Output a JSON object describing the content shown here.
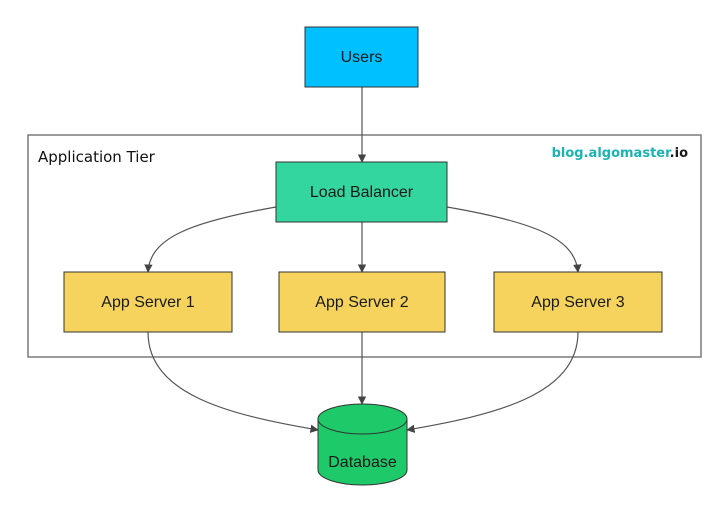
{
  "colors": {
    "users": "#00c0ff",
    "load_balancer": "#33d69f",
    "app_server": "#f5d35c",
    "database": "#1ec96a",
    "tier_border": "#7a7a7a",
    "brand_teal": "#1ab3b3",
    "brand_dark": "#1a1a1a"
  },
  "nodes": {
    "users": {
      "label": "Users"
    },
    "load_balancer": {
      "label": "Load Balancer"
    },
    "app_server_1": {
      "label": "App Server 1"
    },
    "app_server_2": {
      "label": "App Server 2"
    },
    "app_server_3": {
      "label": "App Server 3"
    },
    "database": {
      "label": "Database"
    }
  },
  "tier": {
    "label": "Application Tier"
  },
  "watermark": {
    "prefix": "blog.",
    "name": "algomaster",
    "suffix": ".io"
  },
  "edges": [
    {
      "from": "Users",
      "to": "Load Balancer"
    },
    {
      "from": "Load Balancer",
      "to": "App Server 1"
    },
    {
      "from": "Load Balancer",
      "to": "App Server 2"
    },
    {
      "from": "Load Balancer",
      "to": "App Server 3"
    },
    {
      "from": "App Server 1",
      "to": "Database"
    },
    {
      "from": "App Server 2",
      "to": "Database"
    },
    {
      "from": "App Server 3",
      "to": "Database"
    }
  ]
}
